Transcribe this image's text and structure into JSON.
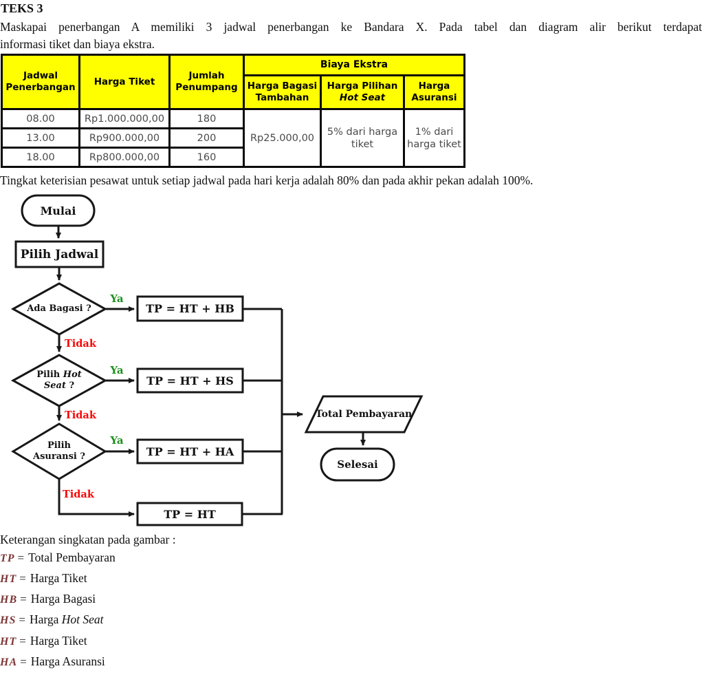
{
  "title": "TEKS 3",
  "paragraph": {
    "line1": "Maskapai penerbangan A memiliki 3 jadwal penerbangan ke Bandara X. Pada tabel dan diagram alir berikut terdapat",
    "line2": "informasi tiket dan biaya ekstra."
  },
  "table": {
    "headers": {
      "jadwal": "Jadwal Penerbangan",
      "harga_tiket": "Harga Tiket",
      "jumlah": "Jumlah Penumpang",
      "biaya_ekstra": "Biaya Ekstra",
      "bagasi": "Harga Bagasi Tambahan",
      "hot_seat_line1": "Harga Pilihan",
      "hot_seat_line2": "Hot Seat",
      "asuransi": "Harga Asuransi"
    },
    "rows": [
      {
        "jadwal": "08.00",
        "harga": "Rp1.000.000,00",
        "jumlah": "180"
      },
      {
        "jadwal": "13.00",
        "harga": "Rp900.000,00",
        "jumlah": "200"
      },
      {
        "jadwal": "18.00",
        "harga": "Rp800.000,00",
        "jumlah": "160"
      }
    ],
    "merged": {
      "bagasi": "Rp25.000,00",
      "hot_seat": "5% dari harga tiket",
      "asuransi": "1% dari harga tiket"
    }
  },
  "note": "Tingkat keterisian pesawat untuk setiap jadwal pada hari kerja adalah 80% dan pada akhir pekan adalah 100%.",
  "flowchart": {
    "start": "Mulai",
    "step1": "Pilih Jadwal",
    "yes_label": "Ya",
    "no_label": "Tidak",
    "decision1": "Ada Bagasi ?",
    "decision2_pre": "Pilih ",
    "decision2_italic": "Hot Seat",
    "decision2_post": " ?",
    "decision3": "Pilih Asuransi ?",
    "formula_bagasi": "TP = HT + HB",
    "formula_hotseat": "TP = HT + HS",
    "formula_asuransi": "TP = HT + HA",
    "formula_default": "TP = HT",
    "output": "Total Pembayaran",
    "end": "Selesai"
  },
  "legend": {
    "heading": "Keterangan singkatan pada gambar :",
    "equals": "=",
    "items": [
      {
        "abbr": "TP",
        "label": "Total Pembayaran"
      },
      {
        "abbr": "HT",
        "label": "Harga Tiket"
      },
      {
        "abbr": "HB",
        "label": "Harga Bagasi"
      },
      {
        "abbr": "HS",
        "label_pre": "Harga ",
        "label_italic": "Hot Seat"
      },
      {
        "abbr": "HT",
        "label": "Harga Tiket"
      },
      {
        "abbr": "HA",
        "label": "Harga Asuransi"
      }
    ]
  },
  "colors": {
    "table_header_bg": "#ffff00",
    "yes_green": "#1e8f1e",
    "no_red": "#f80707",
    "abbr_maroon": "#7d3535",
    "border_black": "#0a0a0a"
  }
}
